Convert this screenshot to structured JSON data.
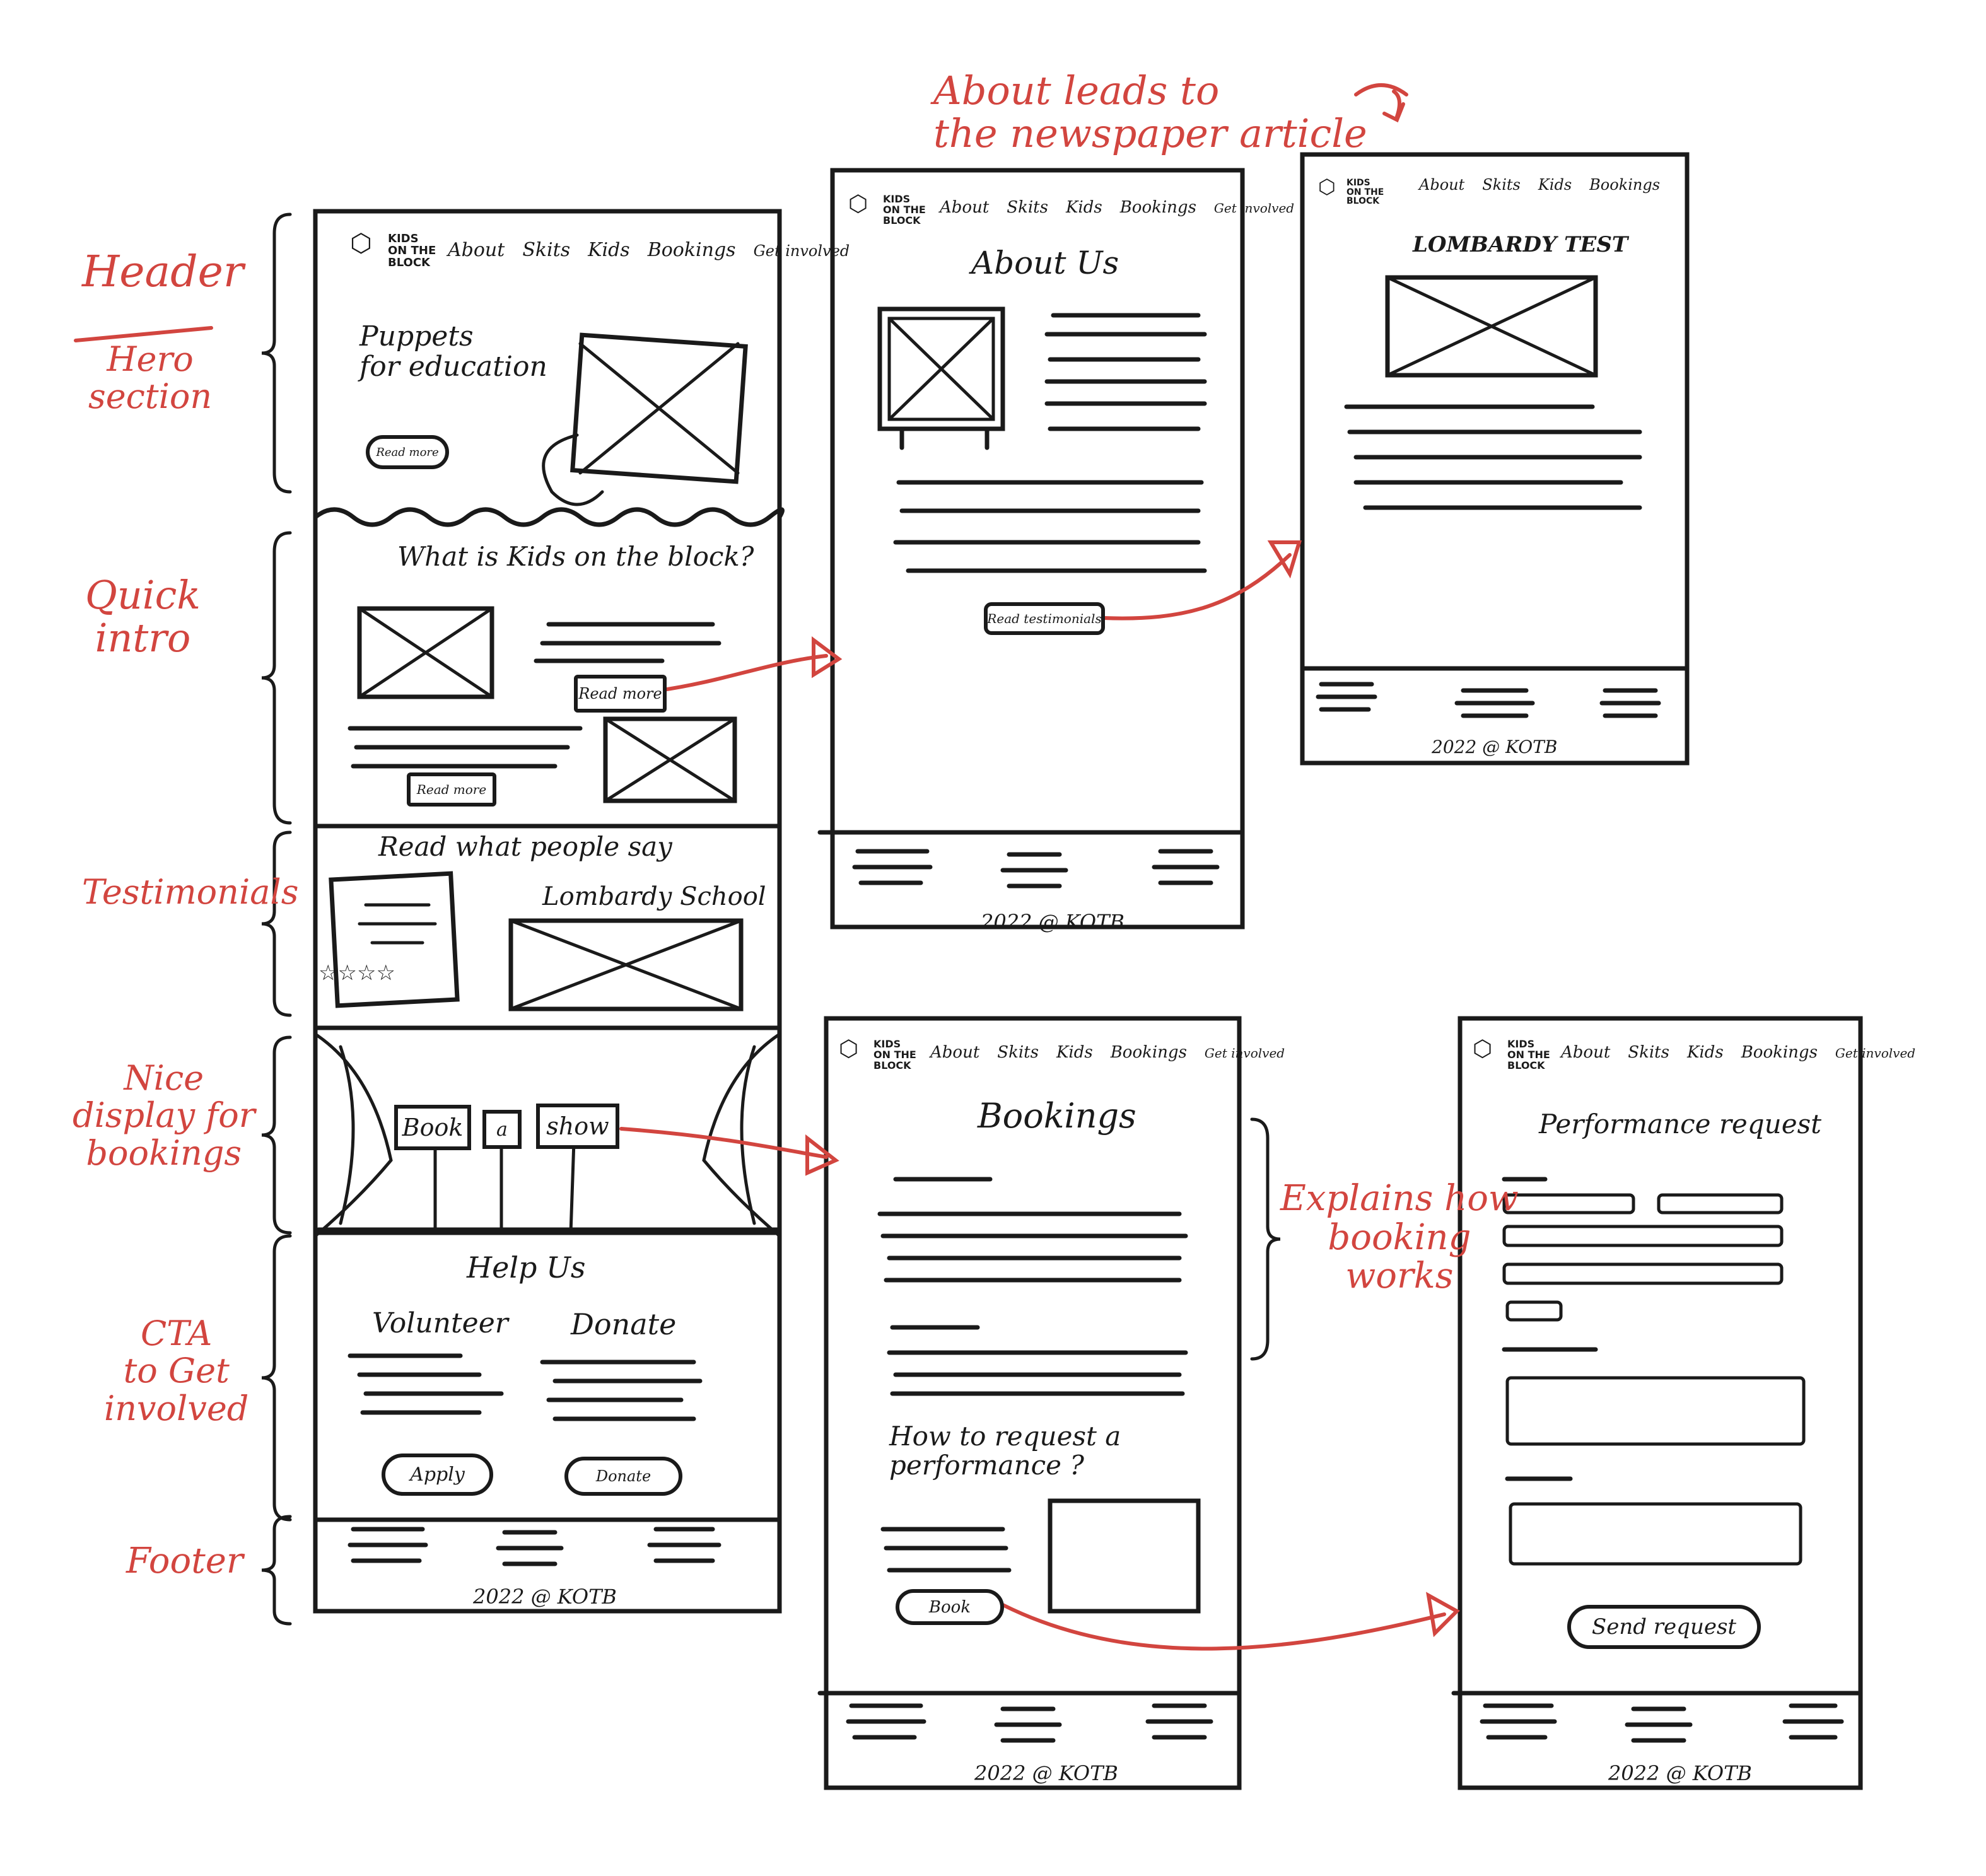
{
  "annotations": {
    "header": "Header",
    "hero": "Hero\nsection",
    "quick_intro": "Quick\nintro",
    "testimonials": "Testimonials",
    "bookings_display": "Nice\ndisplay for\nbookings",
    "cta": "CTA\nto Get\ninvolved",
    "footer": "Footer",
    "about_leads": "About leads to\nthe newspaper article",
    "explains": "Explains how\nbooking\nworks"
  },
  "logo": "KIDS\nON THE\nBLOCK",
  "nav": [
    "About",
    "Skits",
    "Kids",
    "Bookings",
    "Get involved"
  ],
  "home": {
    "hero_title": "Puppets\nfor education",
    "hero_button": "Read more",
    "intro_title": "What is Kids on the block?",
    "intro_button_1": "Read more",
    "intro_button_2": "Read more",
    "testimonials_title": "Read what people say",
    "testimonial_name": "Lombardy School",
    "book_words": [
      "Book",
      "a",
      "show"
    ],
    "help_title": "Help Us",
    "volunteer_title": "Volunteer",
    "donate_title": "Donate",
    "apply_button": "Apply",
    "donate_button": "Donate"
  },
  "about": {
    "title": "About Us",
    "button": "Read testimonials"
  },
  "article": {
    "title": "LOMBARDY TEST"
  },
  "bookings": {
    "title": "Bookings",
    "question": "How to request a\nperformance ?",
    "button": "Book"
  },
  "request": {
    "title": "Performance request",
    "button": "Send request"
  },
  "footer_text": "2022 @ KOTB"
}
